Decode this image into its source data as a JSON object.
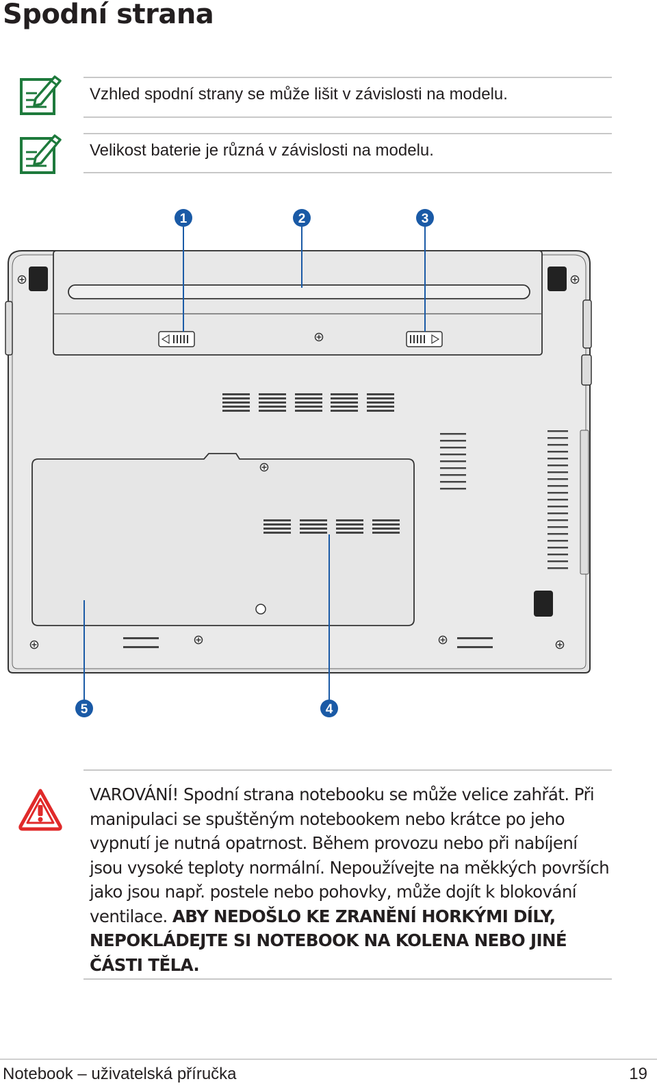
{
  "page": {
    "title": "Spodní strana"
  },
  "notes": [
    {
      "icon": "note-pencil-icon",
      "text": "Vzhled spodní strany se může lišit v závislosti na modelu."
    },
    {
      "icon": "note-pencil-icon",
      "text": "Velikost baterie je různá v závislosti na modelu."
    }
  ],
  "diagram": {
    "callouts": [
      "1",
      "2",
      "3",
      "4",
      "5"
    ]
  },
  "warning": {
    "icon": "warning-triangle-icon",
    "text": "VAROVÁNÍ! Spodní strana notebooku se může velice zahřát. Při manipulaci se spuštěným notebookem nebo krátce po jeho vypnutí je nutná opatrnost. Během provozu nebo při nabíjení jsou vysoké teploty normální. Nepoužívejte na měkkých površích jako jsou např. postele nebo pohovky, může dojít k blokování ventilace.",
    "bold_text": "ABY NEDOŠLO KE ZRANĚNÍ HORKÝMI DÍLY, NEPOKLÁDEJTE SI NOTEBOOK NA KOLENA NEBO JINÉ ČÁSTI TĚLA."
  },
  "footer": {
    "manual_title": "Notebook – uživatelská příručka",
    "page_number": "19"
  },
  "colors": {
    "note_icon": "#1e7a3c",
    "warning_icon": "#e02a2a",
    "callout": "#1a5aa6"
  }
}
